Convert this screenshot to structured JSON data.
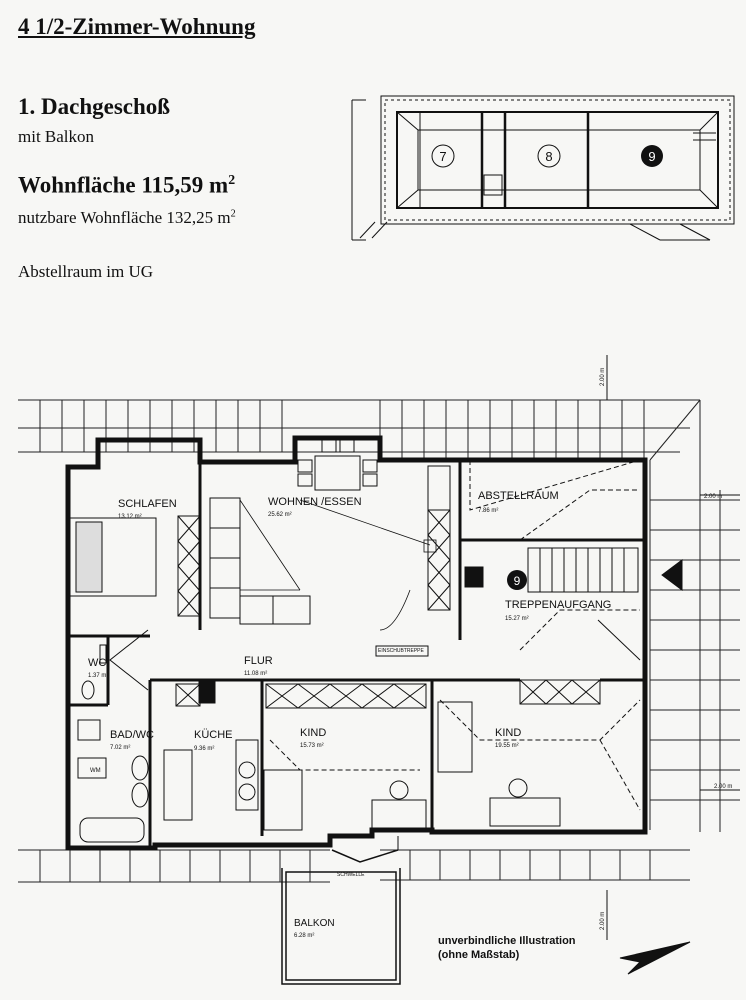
{
  "header": {
    "title": "4 1/2-Zimmer-Wohnung",
    "floor": "1. Dachgeschoß",
    "floor_sub": "mit Balkon",
    "area_label": "Wohnfläche 115,59 m",
    "area_unit_sup": "2",
    "usable_label": "nutzbare Wohnfläche 132,25 m",
    "usable_unit_sup": "2",
    "storage": "Abstellraum im UG"
  },
  "key_plan": {
    "units": [
      "7",
      "8",
      "9"
    ],
    "highlighted": "9"
  },
  "plan": {
    "rooms": [
      {
        "name": "SCHLAFEN",
        "area": "13.12 m²"
      },
      {
        "name": "WOHNEN /ESSEN",
        "area": "25.62 m²"
      },
      {
        "name": "ABSTELLRAUM",
        "area": "7.86 m²"
      },
      {
        "name": "TREPPENAUFGANG",
        "area": "15.27 m²"
      },
      {
        "name": "WC",
        "area": "1.37 m²"
      },
      {
        "name": "FLUR",
        "area": "11.08 m²"
      },
      {
        "name": "BAD/WC",
        "area": "7.02 m²"
      },
      {
        "name": "KÜCHE",
        "area": "9.36 m²"
      },
      {
        "name": "KIND",
        "area": "15.73 m²"
      },
      {
        "name": "KIND",
        "area": "19.55 m²"
      },
      {
        "name": "BALKON",
        "area": "6.28 m²"
      }
    ],
    "unit_marker": "9",
    "labels": {
      "stair_fold": "EINSCHUBTREPPE",
      "threshold": "SCHWELLE",
      "washer": "WM"
    },
    "dimensions": [
      "2.00 m",
      "2.00 m",
      "2.00 m",
      "2.00 m"
    ]
  },
  "footer": {
    "note_line1": "unverbindliche Illustration",
    "note_line2": "(ohne Maßstab)"
  }
}
